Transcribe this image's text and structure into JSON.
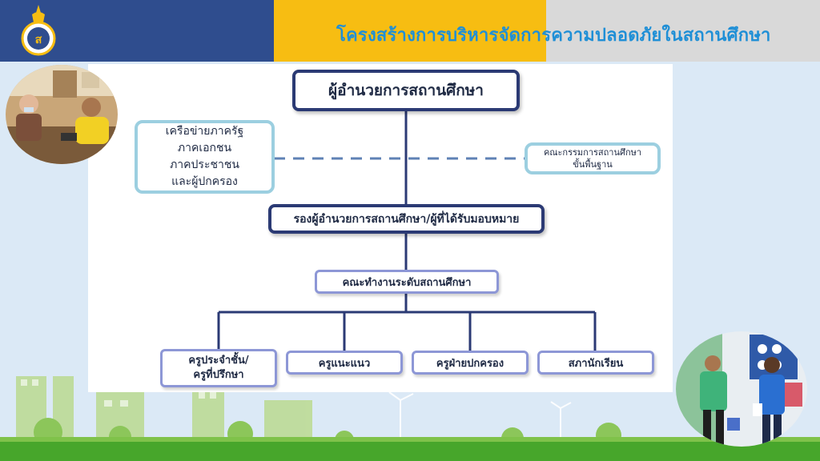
{
  "header": {
    "title": "โครงสร้างการบริหารจัดการความปลอดภัยในสถานศึกษา",
    "colors": {
      "blue": "#2f4d8e",
      "yellow": "#f7bd12",
      "gray": "#d9d9d9",
      "title": "#1f8fd6"
    }
  },
  "org_chart": {
    "top": "ผู้อำนวยการสถานศึกษา",
    "left_partner": [
      "เครือข่ายภาครัฐ",
      "ภาคเอกชน",
      "ภาคประชาชน",
      "และผู้ปกครอง"
    ],
    "right_partner": [
      "คณะกรรมการสถานศึกษา",
      "ขั้นพื้นฐาน"
    ],
    "deputy": "รองผู้อำนวยการสถานศึกษา/ผู้ที่ได้รับมอบหมาย",
    "working_group": "คณะทำงานระดับสถานศึกษา",
    "units": [
      [
        "ครูประจำชั้น/",
        "ครูที่ปรึกษา"
      ],
      [
        "ครูแนะแนว"
      ],
      [
        "ครูฝ่ายปกครอง"
      ],
      [
        "สภานักเรียน"
      ]
    ],
    "colors": {
      "dark_border": "#2b3a74",
      "light_border": "#9ccfe0",
      "mid_border": "#8d97d6",
      "line": "#2b3a74"
    }
  },
  "icons": {
    "logo": "school-crest-icon",
    "photo_left": "meeting-photo",
    "photo_right": "classroom-inspection-photo"
  }
}
